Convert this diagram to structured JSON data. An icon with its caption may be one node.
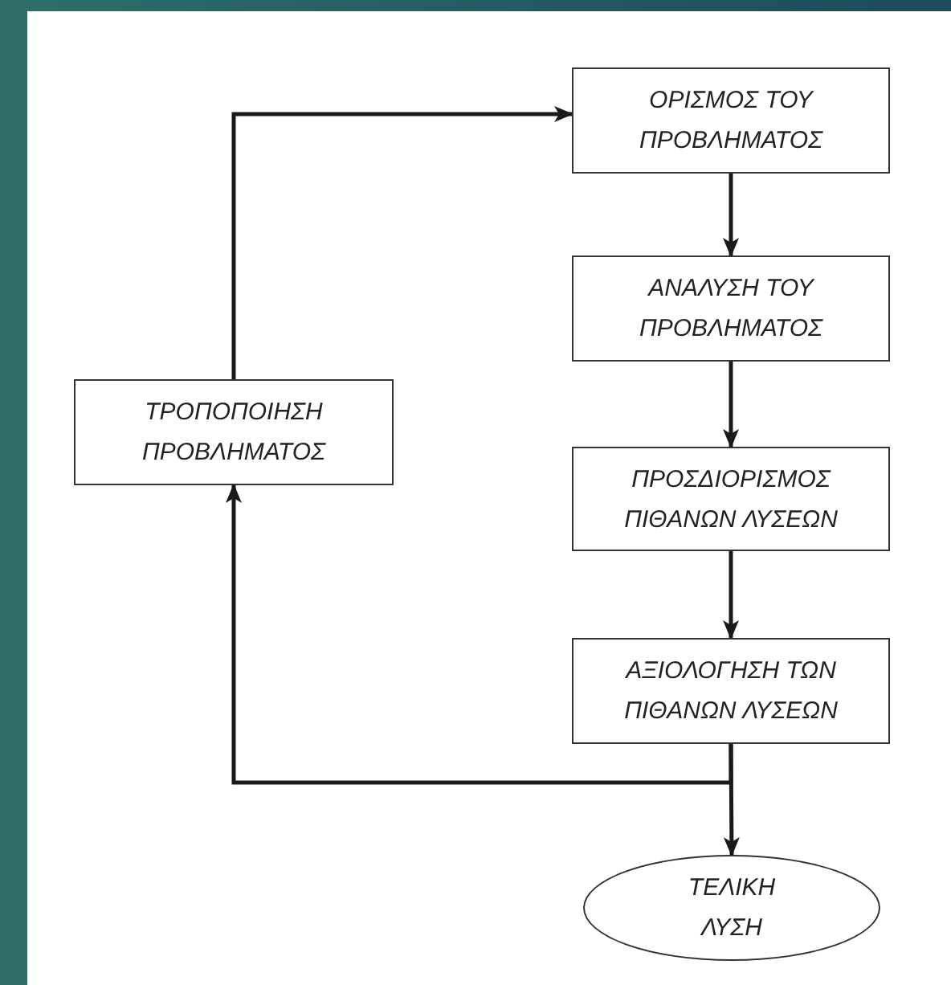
{
  "diagram": {
    "nodes": [
      {
        "text": [
          "ΟΡΙΣΜΟΣ ΤΟΥ ΠΡΟΒΛΗΜΑΤΟΣ"
        ]
      },
      {
        "text": [
          "ΑΝΑΛΥΣΗ ΤΟΥ ΠΡΟΒΛΗΜΑΤΟΣ"
        ]
      },
      {
        "text": [
          "ΤΡΟΠΟΠΟΙΗΣΗ ΠΡΟΒΛΗΜΑΤΟΣ"
        ]
      },
      {
        "text": [
          "ΠΡΟΣΔΙΟΡΙΣΜΟΣ ΠΙΘΑΝΩΝ ΛΥΣΕΩΝ"
        ]
      },
      {
        "text": [
          "ΑΞΙΟΛΟΓΗΣΗ ΤΩΝ ΠΙΘΑΝΩΝ ΛΥΣΕΩΝ"
        ]
      },
      {
        "text": [
          "ΤΕΛΙΚΗ ΛΥΣΗ"
        ]
      }
    ],
    "edges": [
      {
        "from": 0,
        "to": 1,
        "arrow": "to"
      },
      {
        "from": 1,
        "to": 3,
        "arrow": "to"
      },
      {
        "from": 3,
        "to": 4,
        "arrow": "to"
      },
      {
        "from": 4,
        "to": 5,
        "arrow": "to"
      },
      {
        "from": 4,
        "to": 2,
        "arrow": "to"
      },
      {
        "from": 2,
        "to": 0,
        "arrow": "to"
      }
    ]
  }
}
